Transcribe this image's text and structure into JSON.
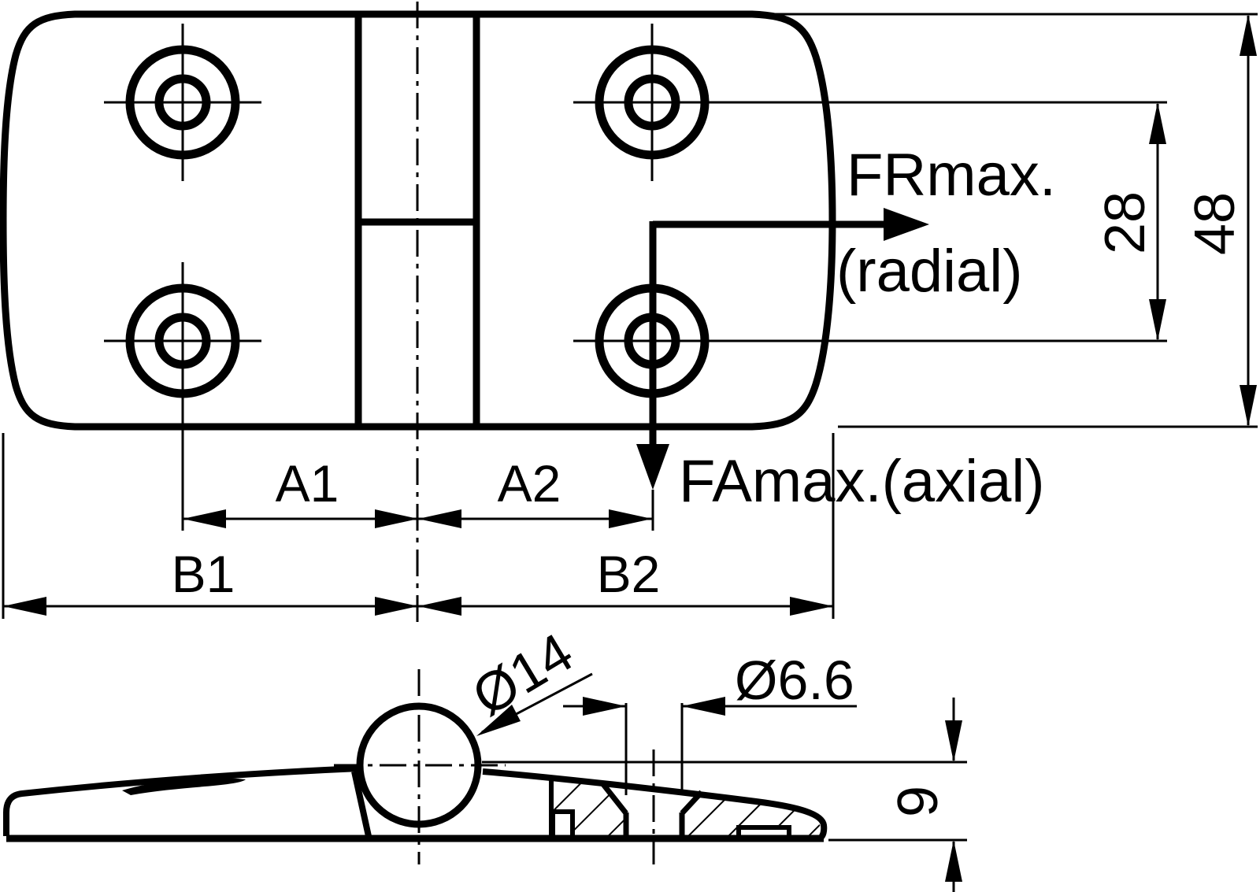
{
  "drawing": {
    "title_note": "hinge technical drawing, two orthographic views",
    "colors": {
      "line": "#000000",
      "background": "#ffffff"
    },
    "labels": {
      "a1": "A1",
      "a2": "A2",
      "b1": "B1",
      "b2": "B2"
    },
    "dimensions": {
      "hole_row_spacing": "28",
      "plate_height": "48",
      "leaf_thickness": "9",
      "knuckle_diameter": "Ø14",
      "screw_hole_diameter": "Ø6.6"
    },
    "forces": {
      "radial_label": "FRmax.",
      "radial_note": "(radial)",
      "axial_label": "FAmax.(axial)"
    }
  }
}
